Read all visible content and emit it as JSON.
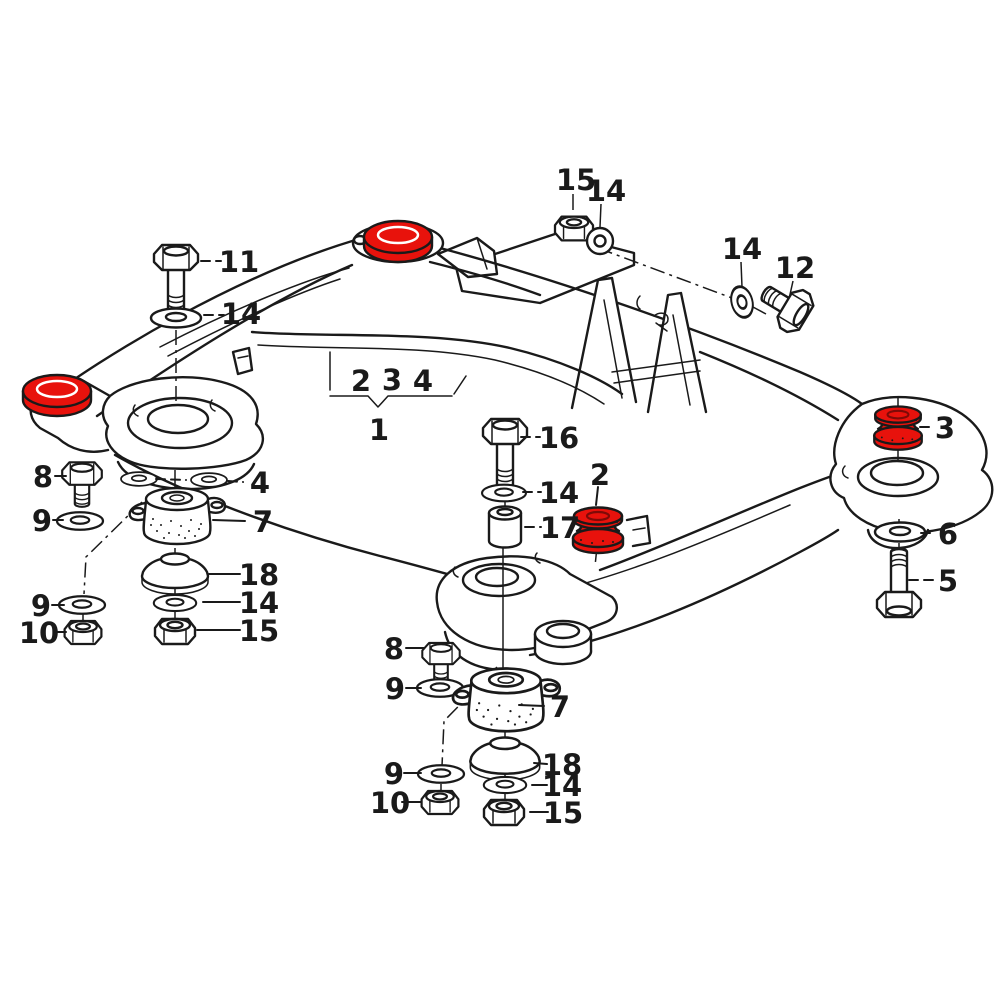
{
  "diagram": {
    "kind": "exploded-parts-diagram",
    "subject": "subframe-crossmember-assembly",
    "colors": {
      "background": "#ffffff",
      "line": "#1a1a1a",
      "highlight": "#e8120c",
      "highlight_dark": "#7f0a07"
    },
    "highlighted_items": [
      "bushing-2",
      "bushing-3",
      "bushing-seat-left",
      "bushing-seat-top"
    ],
    "assembly_bracket": {
      "label": "1",
      "members": [
        "2",
        "3",
        "4"
      ]
    },
    "callouts": [
      {
        "text": "11",
        "part": "hex-bolt"
      },
      {
        "text": "14",
        "part": "washer"
      },
      {
        "text": "15",
        "part": "hex-nut"
      },
      {
        "text": "14",
        "part": "washer"
      },
      {
        "text": "14",
        "part": "washer"
      },
      {
        "text": "12",
        "part": "hex-bolt"
      },
      {
        "text": "8",
        "part": "hex-bolt"
      },
      {
        "text": "9",
        "part": "washer"
      },
      {
        "text": "4",
        "part": "washer"
      },
      {
        "text": "7",
        "part": "rubber-mount"
      },
      {
        "text": "18",
        "part": "cup-washer"
      },
      {
        "text": "14",
        "part": "washer"
      },
      {
        "text": "15",
        "part": "hex-nut"
      },
      {
        "text": "9",
        "part": "washer"
      },
      {
        "text": "10",
        "part": "hex-nut"
      },
      {
        "text": "2",
        "part": "group-ref"
      },
      {
        "text": "3",
        "part": "group-ref"
      },
      {
        "text": "4",
        "part": "group-ref"
      },
      {
        "text": "1",
        "part": "subframe"
      },
      {
        "text": "16",
        "part": "hex-bolt"
      },
      {
        "text": "14",
        "part": "washer"
      },
      {
        "text": "17",
        "part": "spacer-sleeve"
      },
      {
        "text": "2",
        "part": "bushing"
      },
      {
        "text": "3",
        "part": "bushing"
      },
      {
        "text": "6",
        "part": "washer"
      },
      {
        "text": "5",
        "part": "hex-bolt"
      },
      {
        "text": "8",
        "part": "hex-bolt"
      },
      {
        "text": "9",
        "part": "washer"
      },
      {
        "text": "7",
        "part": "rubber-mount"
      },
      {
        "text": "18",
        "part": "cup-washer"
      },
      {
        "text": "14",
        "part": "washer"
      },
      {
        "text": "15",
        "part": "hex-nut"
      },
      {
        "text": "9",
        "part": "washer"
      },
      {
        "text": "10",
        "part": "hex-nut"
      }
    ]
  }
}
